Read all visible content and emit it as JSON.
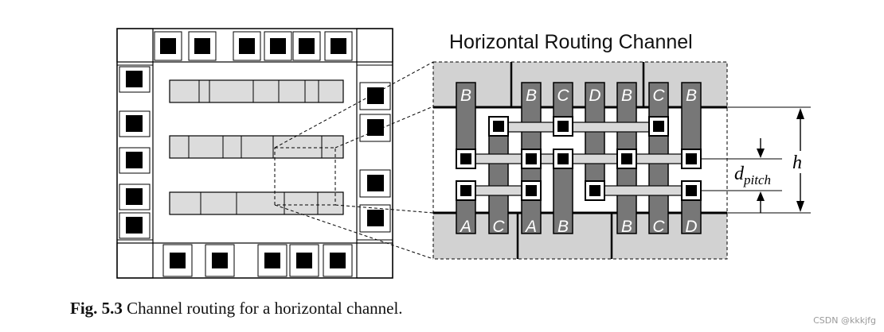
{
  "diagram": {
    "title": "Horizontal Routing Channel",
    "top_pins": [
      "B",
      "B",
      "C",
      "D",
      "B",
      "C",
      "B"
    ],
    "bottom_pins": [
      "A",
      "C",
      "A",
      "B",
      "B",
      "C",
      "D"
    ],
    "dim_h": "h",
    "dim_pitch_d": "d",
    "dim_pitch_sub": "pitch"
  },
  "caption": {
    "label": "Fig. 5.3",
    "text": "Channel routing for a horizontal channel."
  },
  "watermark": "CSDN @kkkjfg"
}
